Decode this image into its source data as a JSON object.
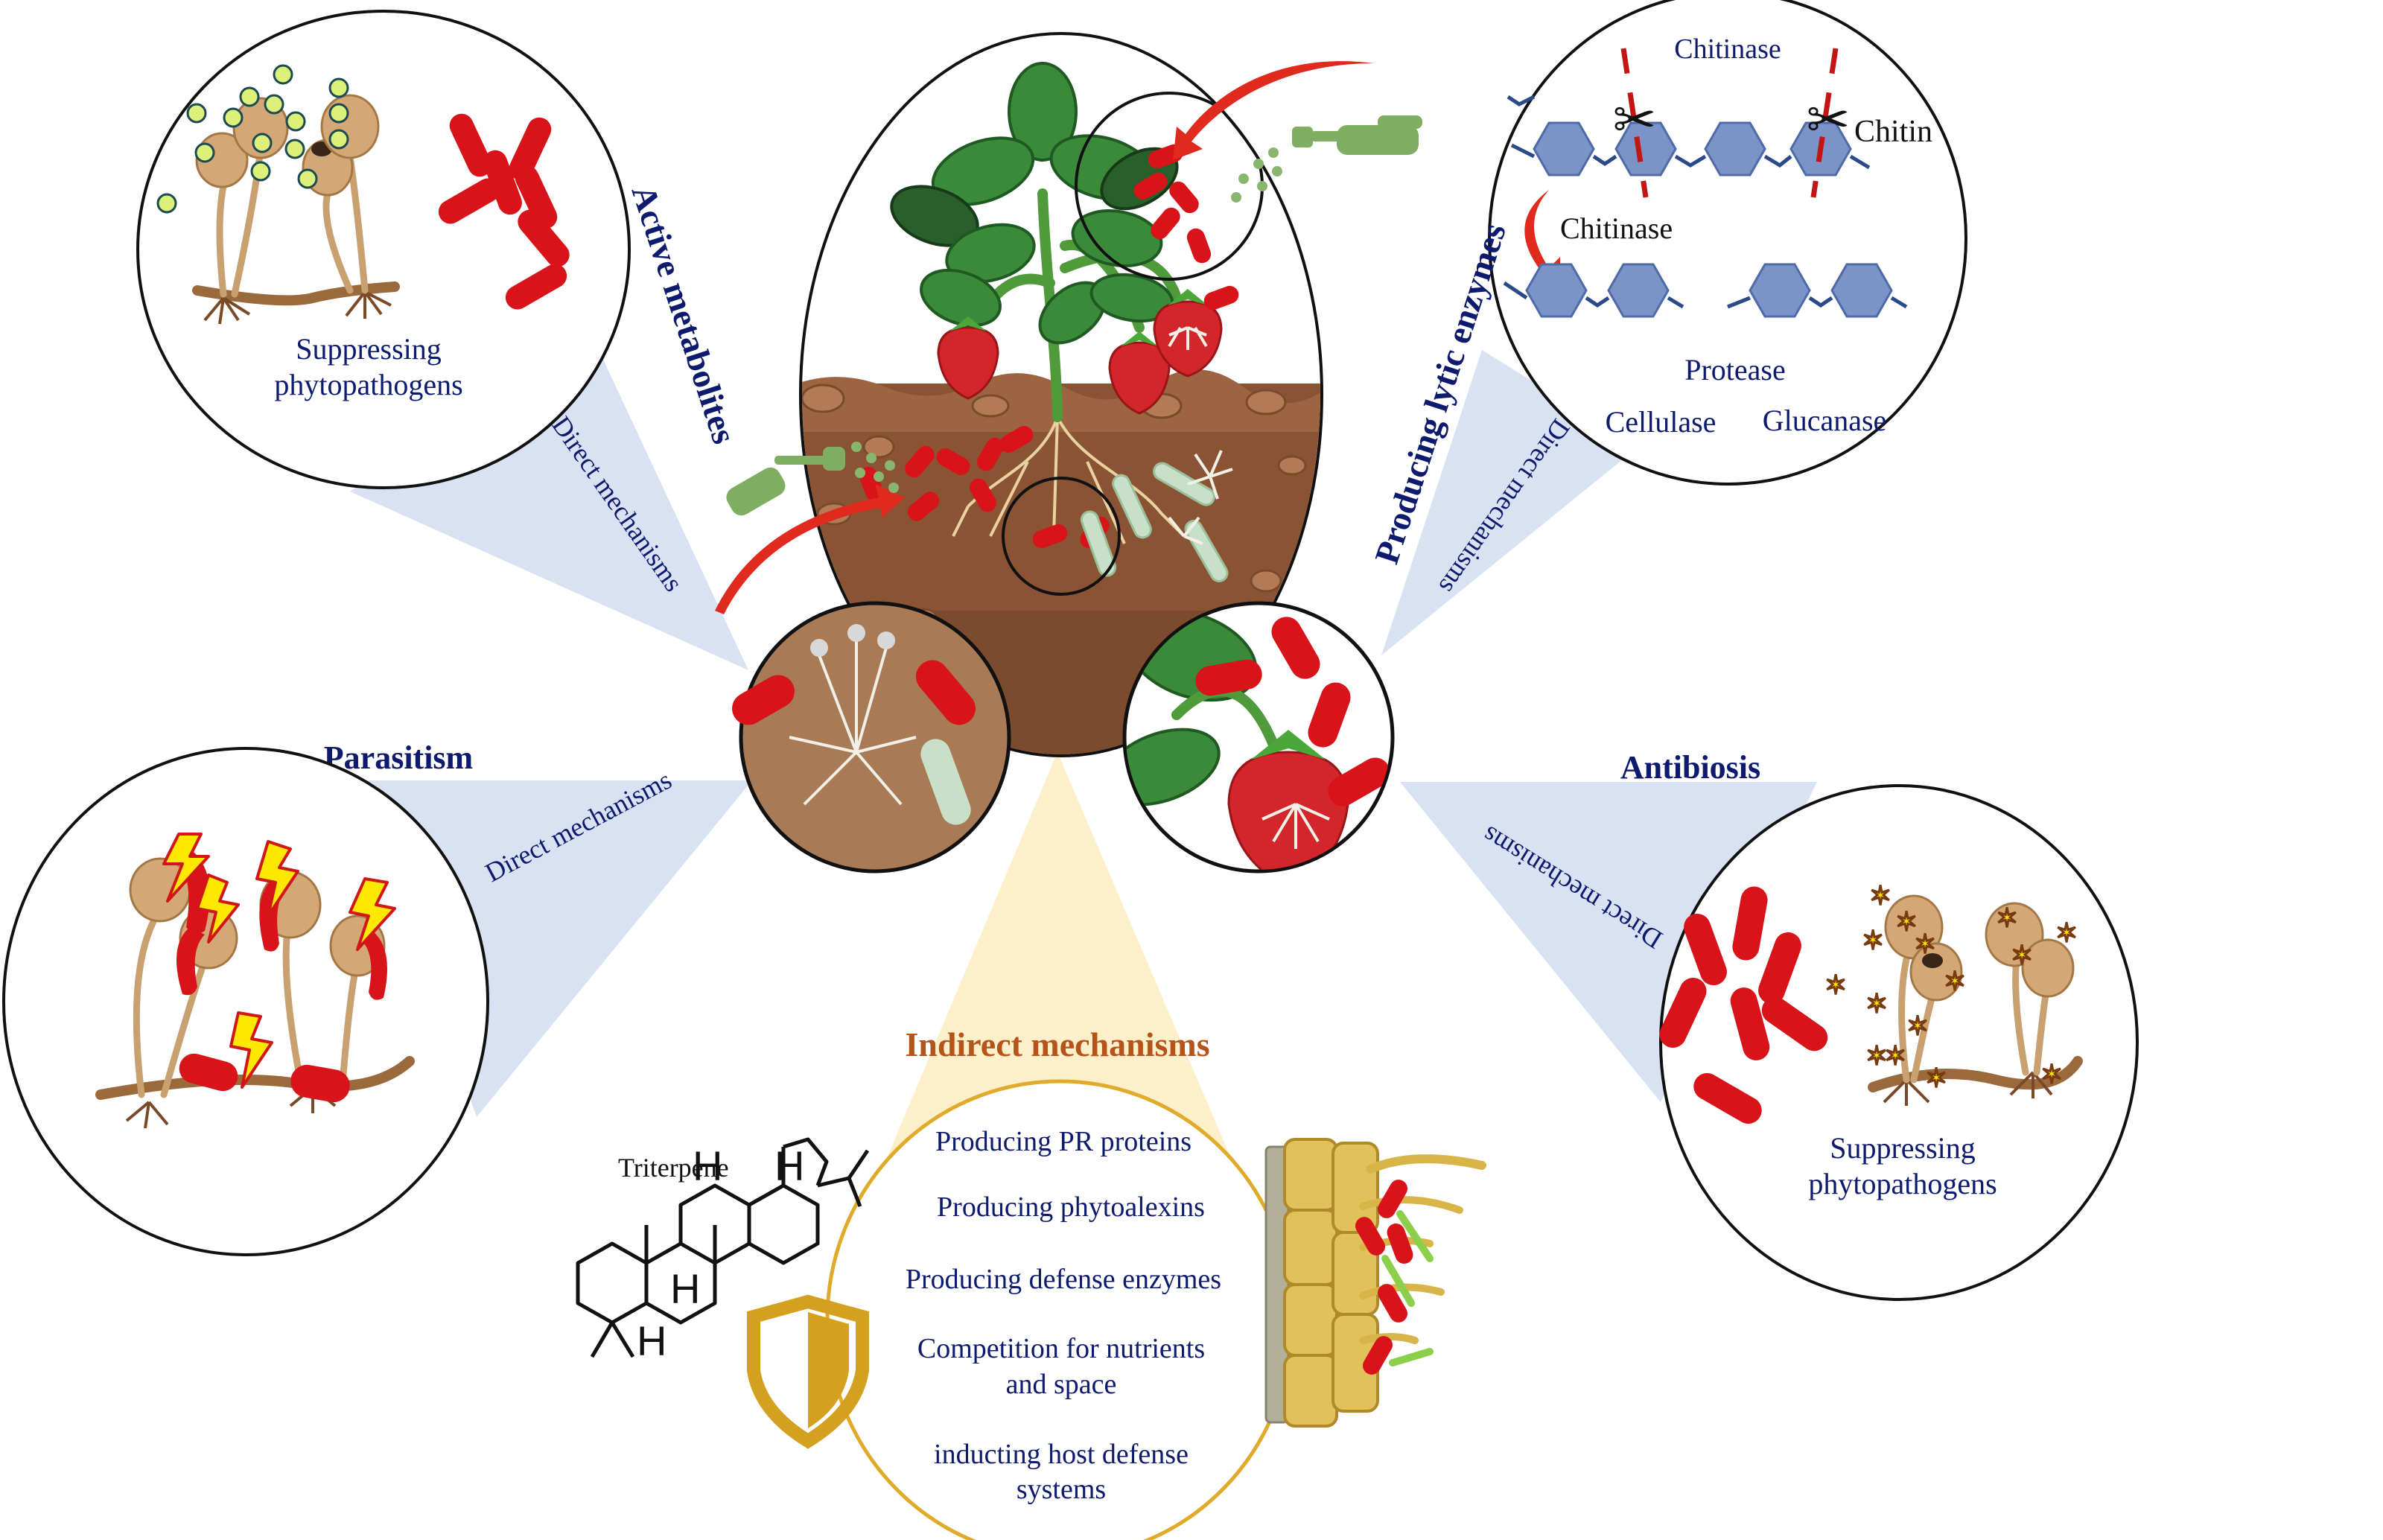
{
  "diagram": {
    "title_hint": "Biocontrol mechanisms of beneficial microbes on strawberry plants",
    "colors": {
      "label_navy": "#0d1a6e",
      "indirect_title": "#b5541a",
      "direct_cone": "#d7e0f1",
      "indirect_cone": "#fdeec6",
      "bacteria_red": "#d8141a",
      "shield_gold": "#d4a020"
    }
  },
  "panels": {
    "active_metabolites": {
      "branch_label": "Active metabolites",
      "connector_label": "Direct mechanisms",
      "caption_line1": "Suppressing",
      "caption_line2": "phytopathogens"
    },
    "lytic_enzymes": {
      "branch_label": "Producing lytic enzymes",
      "connector_label": "Direct mechanisms",
      "enzyme_top": "Chitinase",
      "substrate": "Chitin",
      "enzyme_arrow": "Chitinase",
      "enzyme_protease": "Protease",
      "enzyme_cellulase": "Cellulase",
      "enzyme_glucanase": "Glucanase"
    },
    "parasitism": {
      "title": "Parasitism",
      "connector_label": "Direct mechanisms"
    },
    "antibiosis": {
      "title": "Antibiosis",
      "connector_label": "Direct mechanisms",
      "caption_line1": "Suppressing",
      "caption_line2": "phytopathogens"
    },
    "indirect": {
      "title": "Indirect mechanisms",
      "molecule_label": "Triterpene",
      "items": [
        "Producing PR proteins",
        "Producing phytoalexins",
        "Producing defense enzymes",
        "Competition for nutrients",
        "and space",
        "inducting host defense",
        "systems"
      ]
    }
  },
  "icons": {
    "center": "strawberry-plant-in-soil",
    "spray": "spray-bottle-hand-icon",
    "shield": "shield-icon",
    "scissors": "scissors-icon",
    "bolt": "lightning-bolt-icon",
    "star": "star-icon"
  }
}
